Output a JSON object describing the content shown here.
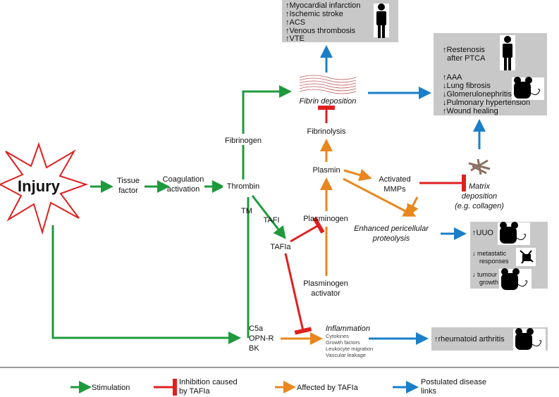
{
  "colors": {
    "stimulation": "#1e9a3c",
    "inhibition": "#e02020",
    "affected": "#e8871e",
    "disease": "#1a7fc8",
    "box": "#c8c8c8"
  },
  "nodes": {
    "injury": "Injury",
    "tissue_factor": [
      "Tissue",
      "factor"
    ],
    "coagulation": [
      "Coagulation",
      "activation"
    ],
    "thrombin": "Thrombin",
    "fibrinogen": "Fibrinogen",
    "fibrin": "Fibrin deposition",
    "fibrinolysis": "Fibrinolysis",
    "plasmin": "Plasmin",
    "mmps": [
      "Activated",
      "MMPs"
    ],
    "matrix": [
      "Matrix",
      "deposition",
      "(e.g. collagen)"
    ],
    "proteolysis": [
      "Enhanced pericellular",
      "proteolysis"
    ],
    "tm": "TM",
    "tafi": "TAFI",
    "tafia": "TAFIa",
    "plasminogen": "Plasminogen",
    "pa": [
      "Plasminogen",
      "activator"
    ],
    "mediators": [
      "C5a",
      "OPN-R",
      "BK"
    ],
    "inflammation": "Inflammation",
    "inflammation_items": [
      "Cytokines",
      "Growth factors",
      "Leukocyte migration",
      "Vascular leakage"
    ]
  },
  "boxes": {
    "top": [
      "↑Myocardial infarction",
      "↑Ischemic stroke",
      "↑ACS",
      "↑Venous thrombosis",
      "↑VTE"
    ],
    "right_human": [
      "↑Restenosis",
      "after PTCA"
    ],
    "right_mouse": [
      "↑AAA",
      "↓Lung fibrosis",
      "↓Glomerulonephritis",
      "↓Pulmonary hypertension",
      "↑Wound healing"
    ],
    "proteolysis": [
      "↑UUO",
      "↓ metastatic",
      "responses",
      "↓ tumour",
      "growth"
    ],
    "ra": "↑rheumatoid arthritis"
  },
  "legend": {
    "stimulation": "Stimulation",
    "inhibition": [
      "Inhibition caused",
      "by TAFIa"
    ],
    "affected": "Affected by TAFIa",
    "disease": [
      "Postulated disease",
      "links"
    ]
  }
}
